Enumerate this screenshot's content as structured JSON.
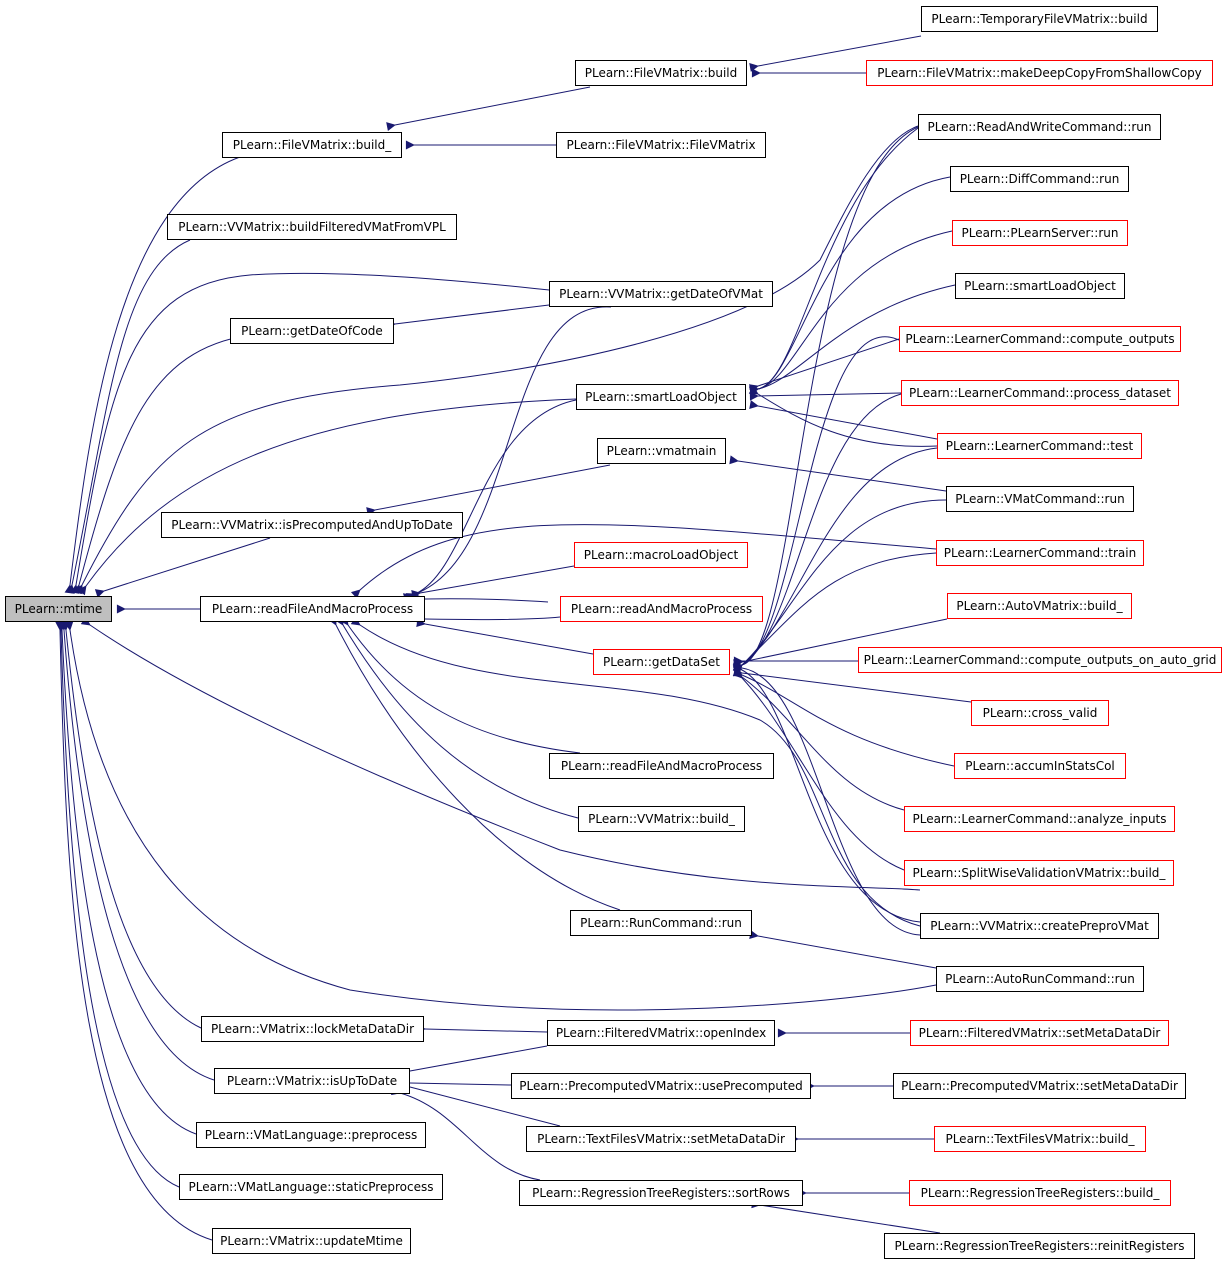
{
  "colors": {
    "edge": "#191970",
    "node_border": "#000000",
    "truncated_border": "#ff0000",
    "root_fill": "#bfbfbf"
  },
  "nodes": {
    "mtime": "PLearn::mtime",
    "tfvm_build": "PLearn::TemporaryFileVMatrix::build",
    "fvm_deepcopy": "PLearn::FileVMatrix::makeDeepCopyFromShallowCopy",
    "fvm_build": "PLearn::FileVMatrix::build",
    "fvm_build_": "PLearn::FileVMatrix::build_",
    "fvm_ctor": "PLearn::FileVMatrix::FileVMatrix",
    "vvm_buildfiltered": "PLearn::VVMatrix::buildFilteredVMatFromVPL",
    "vvm_getdate": "PLearn::VVMatrix::getDateOfVMat",
    "getdatecode": "PLearn::getDateOfCode",
    "smartload_mid": "PLearn::smartLoadObject",
    "vmatmain": "PLearn::vmatmain",
    "vvm_isprecomp": "PLearn::VVMatrix::isPrecomputedAndUpToDate",
    "readfilemacro": "PLearn::readFileAndMacroProcess",
    "macroload": "PLearn::macroLoadObject",
    "readandmacro": "PLearn::readAndMacroProcess",
    "getdataset": "PLearn::getDataSet",
    "readfilemacro2": "PLearn::readFileAndMacroProcess",
    "vvm_build_": "PLearn::VVMatrix::build_",
    "runcmd": "PLearn::RunCommand::run",
    "readwrite": "PLearn::ReadAndWriteCommand::run",
    "diffcmd": "PLearn::DiffCommand::run",
    "plserver": "PLearn::PLearnServer::run",
    "smartload_right": "PLearn::smartLoadObject",
    "lc_compute": "PLearn::LearnerCommand::compute_outputs",
    "lc_process": "PLearn::LearnerCommand::process_dataset",
    "lc_test": "PLearn::LearnerCommand::test",
    "vmatcmd": "PLearn::VMatCommand::run",
    "lc_train": "PLearn::LearnerCommand::train",
    "autovm_build": "PLearn::AutoVMatrix::build_",
    "lc_grid": "PLearn::LearnerCommand::compute_outputs_on_auto_grid",
    "crossvalid": "PLearn::cross_valid",
    "accum": "PLearn::accumInStatsCol",
    "lc_analyze": "PLearn::LearnerCommand::analyze_inputs",
    "splitwise": "PLearn::SplitWiseValidationVMatrix::build_",
    "createprepro": "PLearn::VVMatrix::createPreproVMat",
    "autorun": "PLearn::AutoRunCommand::run",
    "lockmeta": "PLearn::VMatrix::lockMetaDataDir",
    "isuptodate": "PLearn::VMatrix::isUpToDate",
    "vml_pre": "PLearn::VMatLanguage::preprocess",
    "vml_static": "PLearn::VMatLanguage::staticPreprocess",
    "updatemtime": "PLearn::VMatrix::updateMtime",
    "filtered_open": "PLearn::FilteredVMatrix::openIndex",
    "filtered_set": "PLearn::FilteredVMatrix::setMetaDataDir",
    "precomp_use": "PLearn::PrecomputedVMatrix::usePrecomputed",
    "precomp_set": "PLearn::PrecomputedVMatrix::setMetaDataDir",
    "textfiles_set": "PLearn::TextFilesVMatrix::setMetaDataDir",
    "textfiles_build": "PLearn::TextFilesVMatrix::build_",
    "rtr_sort": "PLearn::RegressionTreeRegisters::sortRows",
    "rtr_build": "PLearn::RegressionTreeRegisters::build_",
    "rtr_reinit": "PLearn::RegressionTreeRegisters::reinitRegisters"
  }
}
